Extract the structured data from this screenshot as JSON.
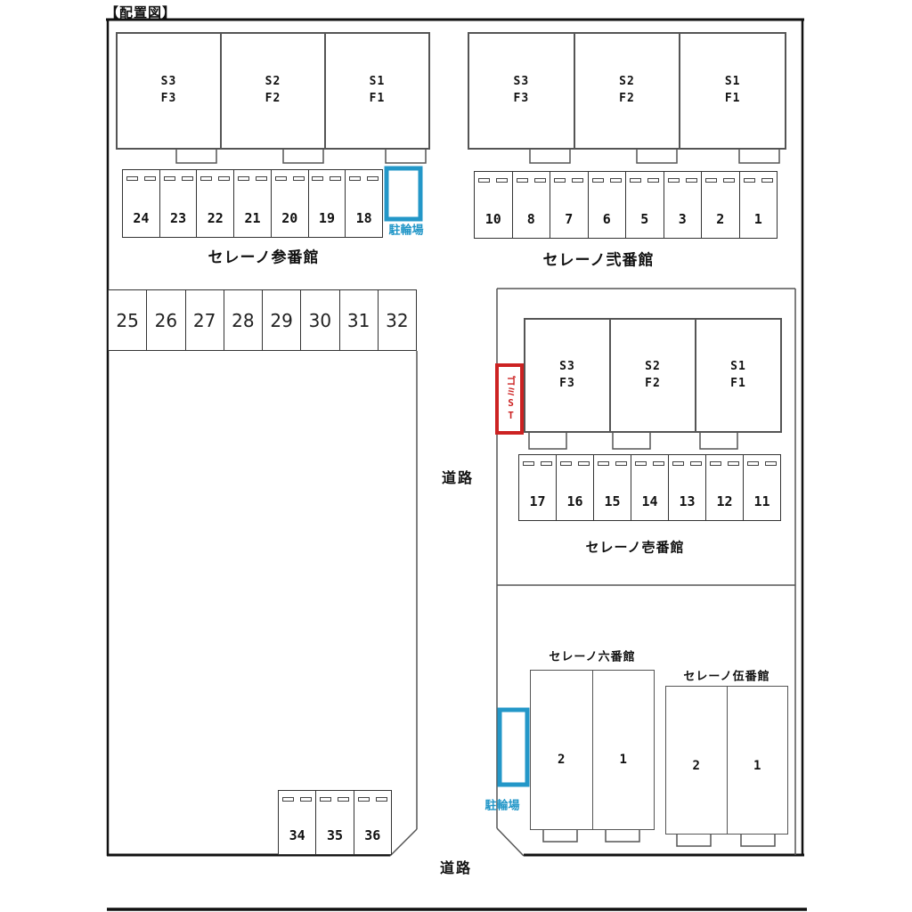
{
  "title": "【配置図】",
  "labels": {
    "road_center": "道路",
    "road_bottom": "道路",
    "bike_parking_top": "駐輪場",
    "bike_parking_bottom": "駐輪場",
    "garbage_station": "ゴミST"
  },
  "colors": {
    "accent_blue": "#2397C8",
    "accent_red": "#CC2222",
    "line_black": "#111111",
    "line_gray": "#555555"
  },
  "complexes": {
    "sanbankan": {
      "name": "セレーノ参番館",
      "units": [
        "S3\nF3",
        "S2\nF2",
        "S1\nF1"
      ],
      "parking": [
        "24",
        "23",
        "22",
        "21",
        "20",
        "19",
        "18"
      ]
    },
    "nibankan": {
      "name": "セレーノ弐番館",
      "units": [
        "S3\nF3",
        "S2\nF2",
        "S1\nF1"
      ],
      "parking": [
        "10",
        "8",
        "7",
        "6",
        "5",
        "3",
        "2",
        "1"
      ]
    },
    "ichibankan": {
      "name": "セレーノ壱番館",
      "units": [
        "S3\nF3",
        "S2\nF2",
        "S1\nF1"
      ],
      "parking": [
        "17",
        "16",
        "15",
        "14",
        "13",
        "12",
        "11"
      ]
    },
    "rokubankan": {
      "name": "セレーノ六番館",
      "units": [
        "2",
        "1"
      ]
    },
    "gobankan": {
      "name": "セレーノ伍番館",
      "units": [
        "2",
        "1"
      ]
    },
    "west_lot": {
      "parking": [
        "25",
        "26",
        "27",
        "28",
        "29",
        "30",
        "31",
        "32"
      ]
    },
    "south_lot": {
      "parking": [
        "34",
        "35",
        "36"
      ]
    }
  }
}
